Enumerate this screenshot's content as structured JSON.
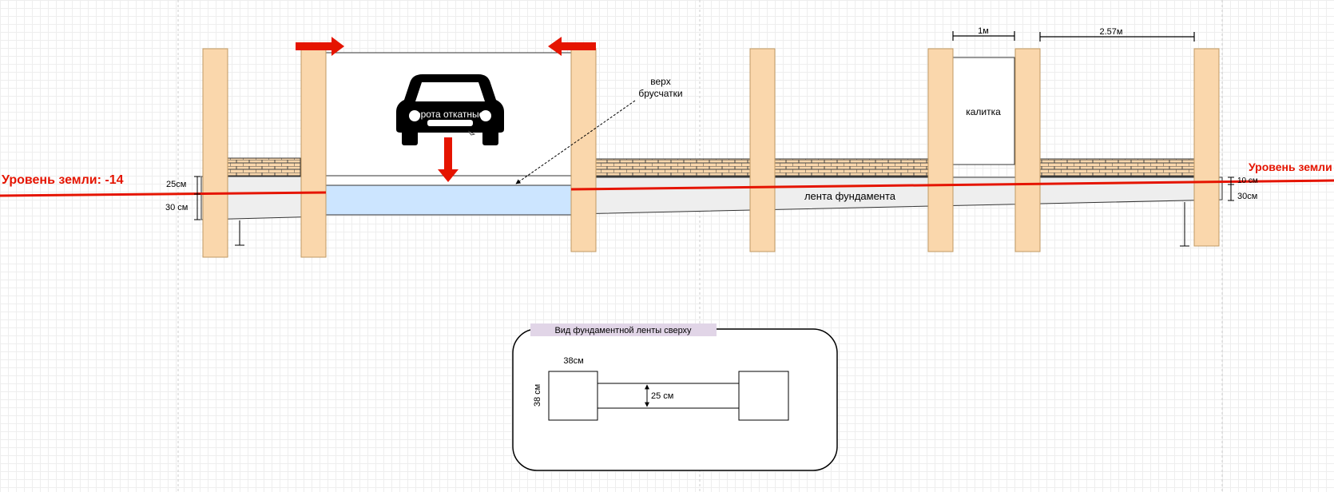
{
  "labels": {
    "ground_level_left": "Уровень земли: -14",
    "ground_level_right": "Уровень земли",
    "gate": "ворота откатные",
    "paver_top_line1": "верх",
    "paver_top_line2": "брусчатки",
    "wicket": "калитка",
    "foundation_strip": "лента фундамента",
    "dim_25cm": "25см",
    "dim_30cm_left": "30 см",
    "dim_10cm": "10 см",
    "dim_30cm_right": "30см",
    "dim_1m": "1м",
    "dim_2_57m": "2.57м"
  },
  "top_view": {
    "title": "Вид фундаментной ленты сверху",
    "post_width": "38см",
    "post_height": "38 см",
    "strip_width": "25 см"
  },
  "colors": {
    "post": "#fad7ac",
    "post_stroke": "#c09a63",
    "ground_line": "#e51400",
    "arrow": "#e51400",
    "water_fill": "#cce5ff",
    "strip_fill": "#eeeeee",
    "title_bg": "#e1d5e7"
  }
}
